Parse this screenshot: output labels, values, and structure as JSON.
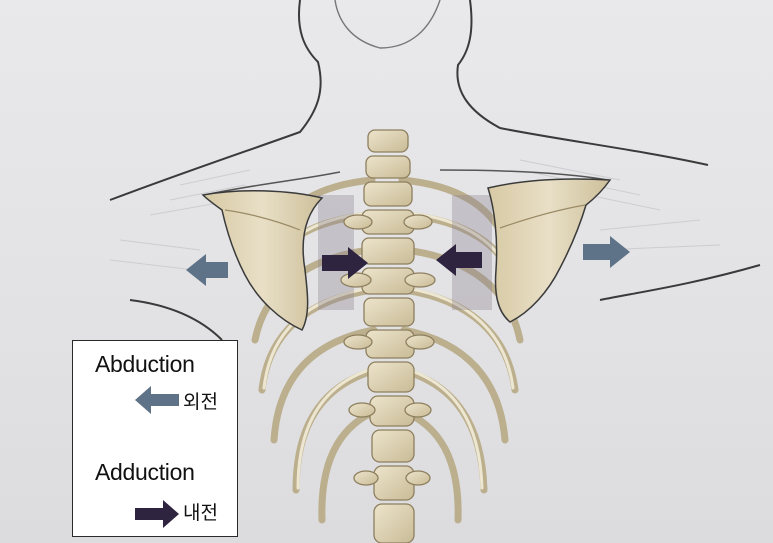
{
  "legend": {
    "abduction": {
      "label": "Abduction",
      "korean": "외전",
      "arrow_direction": "left",
      "arrow_color": "#5f7388"
    },
    "adduction": {
      "label": "Adduction",
      "korean": "내전",
      "arrow_direction": "right",
      "arrow_color": "#2f2440"
    }
  },
  "figure_arrows": {
    "scapula_outward": {
      "direction": "left-and-right",
      "color": "#5f7388"
    },
    "scapula_inward": {
      "direction": "toward-spine",
      "color": "#2f2440"
    }
  },
  "colors": {
    "background": "#e4e4e6",
    "bone": "#e3d9bd",
    "bone_shadow": "#b9ab88",
    "outline": "#333333"
  }
}
